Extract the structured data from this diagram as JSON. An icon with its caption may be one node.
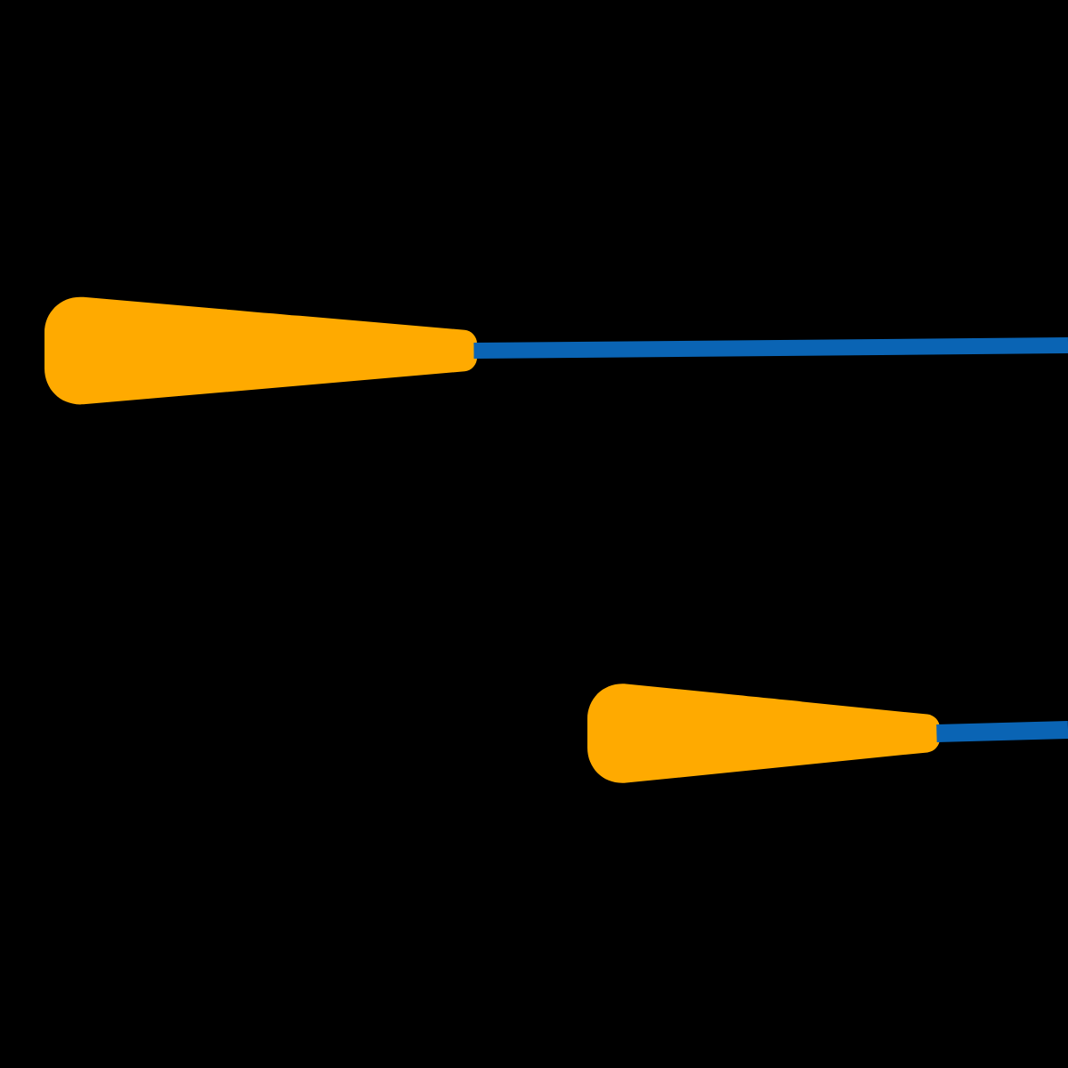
{
  "diagram": {
    "nodes": [
      {
        "text": [],
        "shape": "teardrop"
      },
      {
        "text": [],
        "shape": "teardrop"
      }
    ],
    "edges": [
      {
        "from": 0,
        "to": null,
        "arrow": "none"
      },
      {
        "from": 1,
        "to": null,
        "arrow": "none"
      }
    ]
  }
}
